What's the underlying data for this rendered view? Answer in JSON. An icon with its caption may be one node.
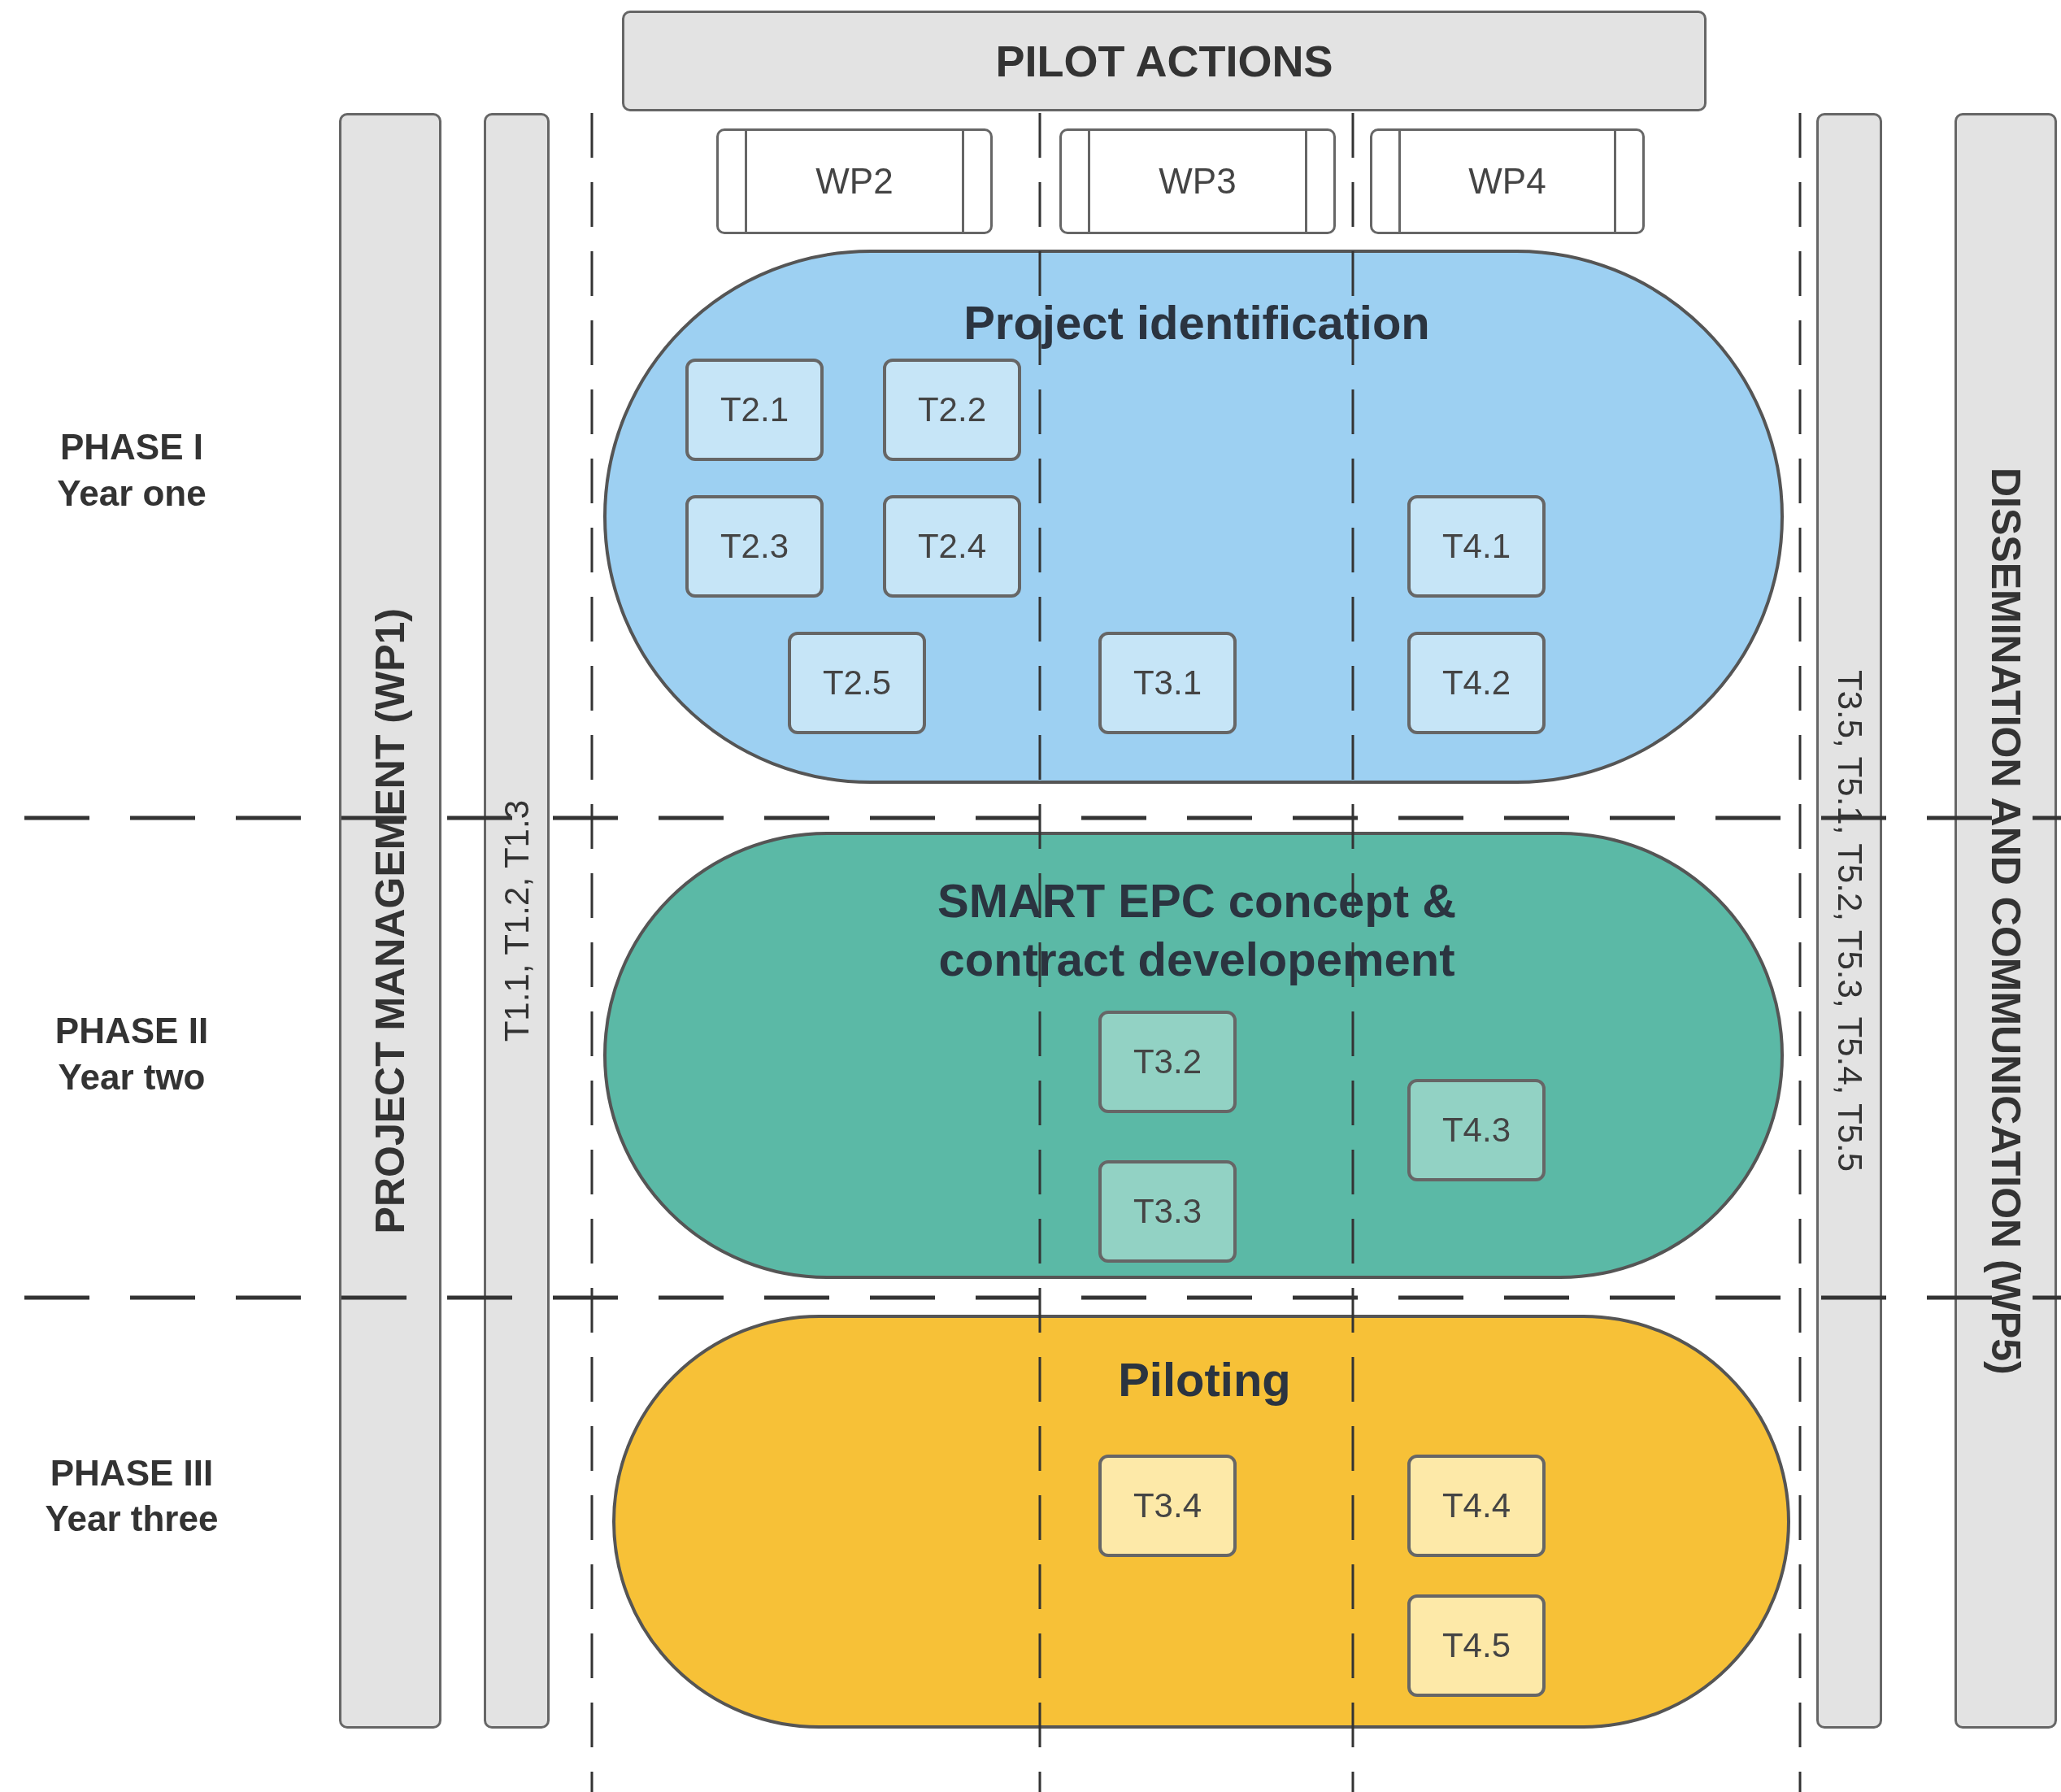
{
  "diagram": {
    "nodes": [
      {
        "text": [
          "PILOT ACTIONS"
        ]
      },
      {
        "text": [
          "PROJECT MANAGEMENT (WP1)"
        ]
      },
      {
        "text": [
          "T1.1, T1.2, T1.3"
        ]
      },
      {
        "text": [
          "WP2"
        ]
      },
      {
        "text": [
          "WP3"
        ]
      },
      {
        "text": [
          "WP4"
        ]
      },
      {
        "text": [
          "T3.5, T5.1, T5.2, T5.3, T5.4, T5.5"
        ]
      },
      {
        "text": [
          "DISSEMINATION AND COMMUNICATION (WP5)"
        ]
      },
      {
        "text": [
          "Project identification"
        ]
      },
      {
        "text": [
          "T2.1"
        ],
        "in": 8
      },
      {
        "text": [
          "T2.2"
        ],
        "in": 8
      },
      {
        "text": [
          "T2.3"
        ],
        "in": 8
      },
      {
        "text": [
          "T2.4"
        ],
        "in": 8
      },
      {
        "text": [
          "T4.1"
        ],
        "in": 8
      },
      {
        "text": [
          "T2.5"
        ],
        "in": 8
      },
      {
        "text": [
          "T3.1"
        ],
        "in": 8
      },
      {
        "text": [
          "T4.2"
        ],
        "in": 8
      },
      {
        "text": [
          "SMART EPC concept & contract developement"
        ]
      },
      {
        "text": [
          "T3.2"
        ],
        "in": 17
      },
      {
        "text": [
          "T4.3"
        ],
        "in": 17
      },
      {
        "text": [
          "T3.3"
        ],
        "in": 17
      },
      {
        "text": [
          "Piloting"
        ]
      },
      {
        "text": [
          "T3.4"
        ],
        "in": 21
      },
      {
        "text": [
          "T4.4"
        ],
        "in": 21
      },
      {
        "text": [
          "T4.5"
        ],
        "in": 21
      }
    ],
    "labels": [
      "PHASE I",
      "Year one",
      "PHASE II",
      "Year two",
      "PHASE III",
      "Year three"
    ]
  }
}
